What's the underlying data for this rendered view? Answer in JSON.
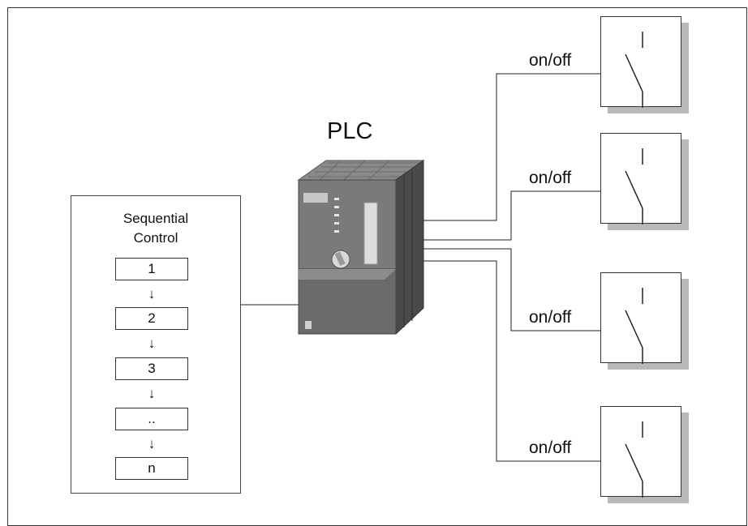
{
  "plc": {
    "label": "PLC"
  },
  "sequential_control": {
    "title_line1": "Sequential",
    "title_line2": "Control",
    "steps": [
      "1",
      "2",
      "3",
      "..",
      "n"
    ],
    "arrow": "↓"
  },
  "outputs": [
    {
      "label": "on/off"
    },
    {
      "label": "on/off"
    },
    {
      "label": "on/off"
    },
    {
      "label": "on/off"
    }
  ]
}
